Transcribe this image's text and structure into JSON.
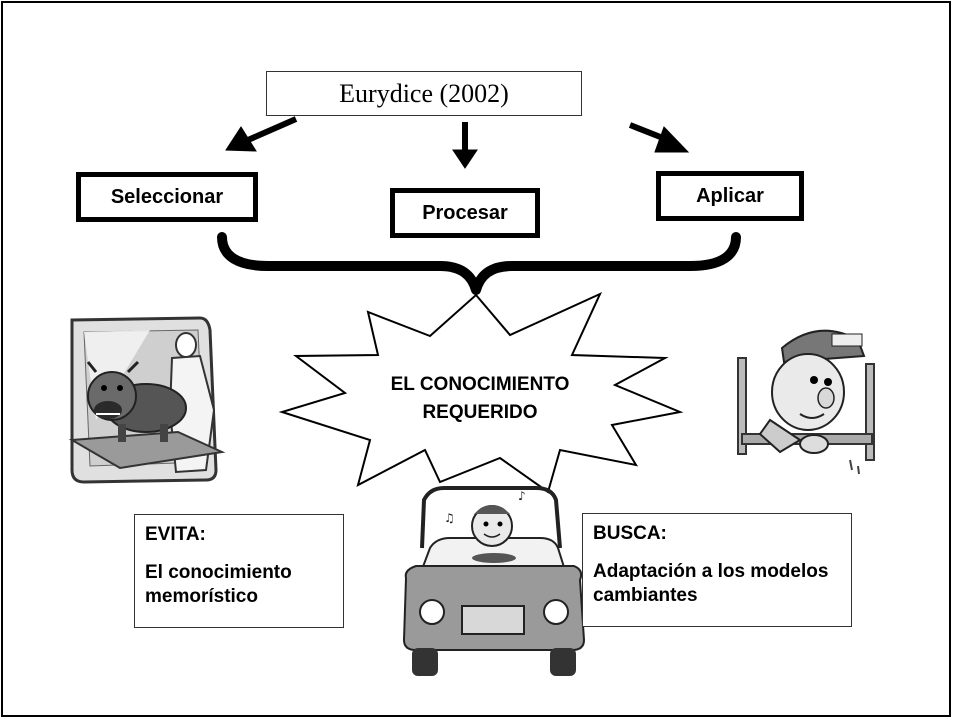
{
  "diagram": {
    "source": "Eurydice (2002)",
    "actions": {
      "select": "Seleccionar",
      "process": "Procesar",
      "apply": "Aplicar"
    },
    "center_line1": "EL CONOCIMIENTO",
    "center_line2": "REQUERIDO",
    "avoid": {
      "heading": "EVITA:",
      "text": "El conocimiento memorístico"
    },
    "seek": {
      "heading": "BUSCA:",
      "text": "Adaptación a los modelos cambiantes"
    }
  },
  "illustrations": [
    "dog-with-vet-clipart",
    "plumber-clipart",
    "driver-in-car-clipart"
  ]
}
